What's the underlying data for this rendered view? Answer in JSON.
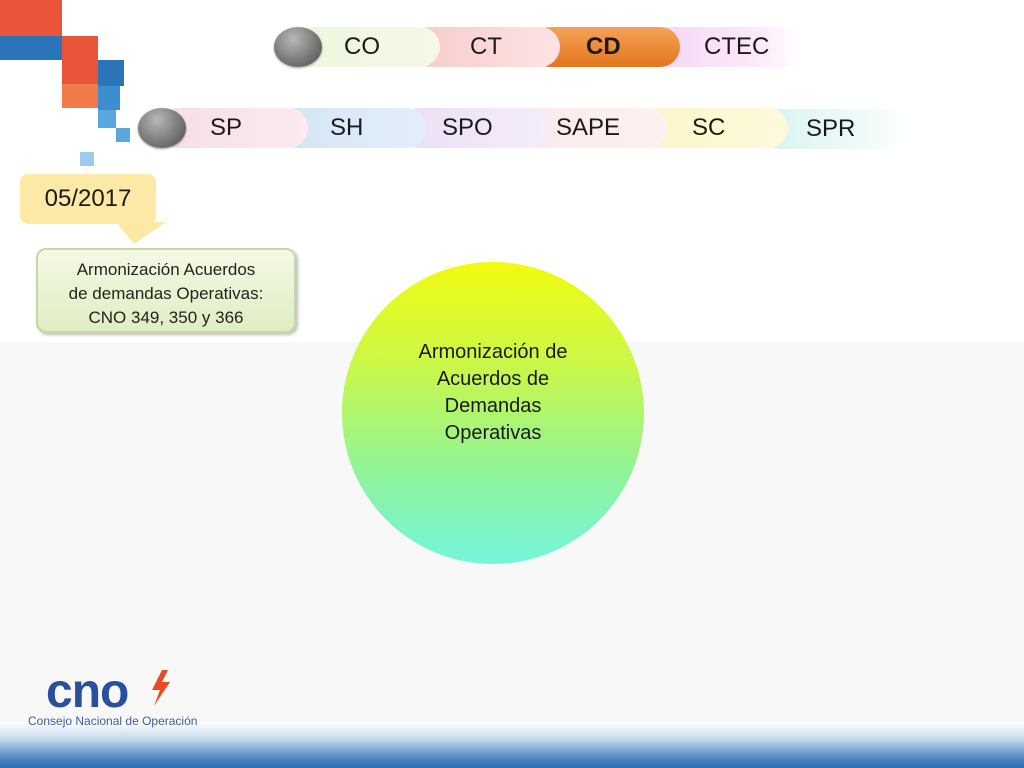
{
  "top_tabs": [
    {
      "label": "CO",
      "active": false
    },
    {
      "label": "CT",
      "active": false
    },
    {
      "label": "CD",
      "active": true
    },
    {
      "label": "CTEC",
      "active": false
    }
  ],
  "sub_tabs": [
    {
      "label": "SP"
    },
    {
      "label": "SH"
    },
    {
      "label": "SPO"
    },
    {
      "label": "SAPE"
    },
    {
      "label": "SC"
    },
    {
      "label": "SPR"
    }
  ],
  "date": "05/2017",
  "note": {
    "line1": "Armonización Acuerdos",
    "line2": "de demandas Operativas:",
    "line3": "CNO 349, 350 y 366"
  },
  "circle": {
    "line1": "Armonización de",
    "line2": "Acuerdos de",
    "line3": "Demandas",
    "line4": "Operativas"
  },
  "logo": {
    "word": "cno",
    "subtitle": "Consejo Nacional de Operación"
  },
  "colors": {
    "accent_orange": "#e8791b",
    "logo_blue": "#2a4f9e",
    "logo_bolt": "#e74c24"
  }
}
